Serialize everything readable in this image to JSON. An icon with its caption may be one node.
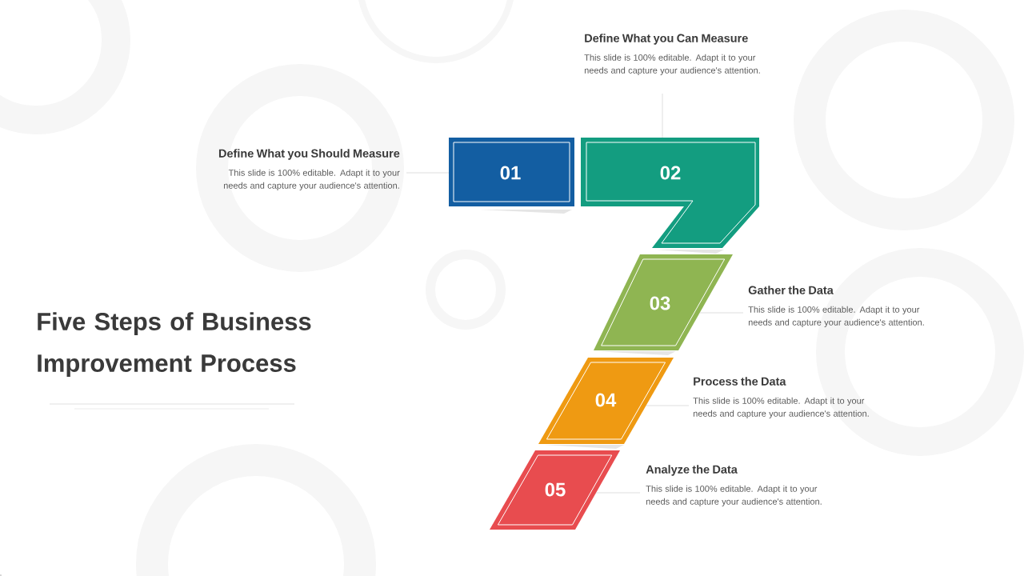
{
  "diagram": {
    "title": "Five Steps of Business Improvement Process",
    "nodes": [
      {
        "text": [
          "01"
        ]
      },
      {
        "text": [
          "02"
        ]
      },
      {
        "text": [
          "03"
        ]
      },
      {
        "text": [
          "04"
        ]
      },
      {
        "text": [
          "05"
        ]
      },
      {
        "text": [
          "Define What you Should Measure",
          "This slide is 100% editable. Adapt it to your needs and capture your audience's attention."
        ]
      },
      {
        "text": [
          "Define What you Can Measure",
          "This slide is 100% editable. Adapt it to your needs and capture your audience's attention."
        ]
      },
      {
        "text": [
          "Gather the Data",
          "This slide is 100% editable. Adapt it to your needs and capture your audience's attention."
        ]
      },
      {
        "text": [
          "Process the Data",
          "This slide is 100% editable. Adapt it to your needs and capture your audience's attention."
        ]
      },
      {
        "text": [
          "Analyze the Data",
          "This slide is 100% editable. Adapt it to your needs and capture your audience's attention."
        ]
      }
    ],
    "edges": [
      {
        "from": 5,
        "to": 0,
        "arrow": "none"
      },
      {
        "from": 6,
        "to": 1,
        "arrow": "none"
      },
      {
        "from": 7,
        "to": 2,
        "arrow": "none"
      },
      {
        "from": 8,
        "to": 3,
        "arrow": "none"
      },
      {
        "from": 9,
        "to": 4,
        "arrow": "none"
      }
    ]
  }
}
